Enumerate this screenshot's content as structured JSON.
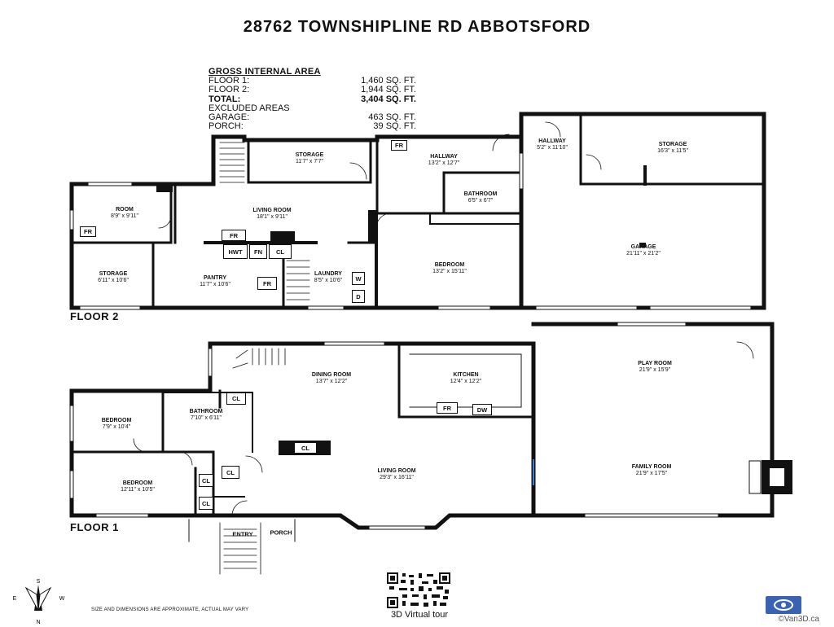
{
  "title": "28762 TOWNSHIPLINE RD ABBOTSFORD",
  "area_summary": {
    "heading": "GROSS INTERNAL AREA",
    "rows": [
      {
        "label": "FLOOR 1:",
        "value": "1,460 SQ. FT.",
        "bold": false
      },
      {
        "label": "FLOOR 2:",
        "value": "1,944 SQ. FT.",
        "bold": false
      },
      {
        "label": "TOTAL:",
        "value": "3,404 SQ. FT.",
        "bold": true
      },
      {
        "label": "EXCLUDED AREAS",
        "value": "",
        "bold": false
      },
      {
        "label": "GARAGE:",
        "value": "463 SQ. FT.",
        "bold": false
      },
      {
        "label": "PORCH:",
        "value": "39 SQ. FT.",
        "bold": false
      }
    ]
  },
  "floor2": {
    "label": "FLOOR 2",
    "rooms": {
      "storage_top": {
        "name": "STORAGE",
        "dims": "11'7\" x 7'7\""
      },
      "hallway": {
        "name": "HALLWAY",
        "dims": "13'2\" x 12'7\""
      },
      "hallway_right": {
        "name": "HALLWAY",
        "dims": "5'2\" x 11'10\""
      },
      "storage_right": {
        "name": "STORAGE",
        "dims": "16'3\" x 11'5\""
      },
      "room": {
        "name": "ROOM",
        "dims": "8'9\" x 9'11\""
      },
      "living_room": {
        "name": "LIVING ROOM",
        "dims": "18'1\" x 9'11\""
      },
      "bathroom": {
        "name": "BATHROOM",
        "dims": "6'5\" x 6'7\""
      },
      "garage": {
        "name": "GARAGE",
        "dims": "21'11\" x 21'2\""
      },
      "storage_left": {
        "name": "STORAGE",
        "dims": "6'11\" x 10'6\""
      },
      "pantry": {
        "name": "PANTRY",
        "dims": "11'7\" x 10'6\""
      },
      "laundry": {
        "name": "LAUNDRY",
        "dims": "8'5\" x 10'6\""
      },
      "bedroom": {
        "name": "BEDROOM",
        "dims": "13'2\" x 15'11\""
      }
    },
    "fixtures": {
      "fr_a": "FR",
      "fr_b": "FR",
      "fr_c": "FR",
      "fr_d": "FR",
      "hwt": "HWT",
      "fn": "FN",
      "cl": "CL",
      "w": "W",
      "d": "D"
    }
  },
  "floor1": {
    "label": "FLOOR 1",
    "rooms": {
      "dining_room": {
        "name": "DINING ROOM",
        "dims": "13'7\" x 12'2\""
      },
      "kitchen": {
        "name": "KITCHEN",
        "dims": "12'4\" x 12'2\""
      },
      "play_room": {
        "name": "PLAY ROOM",
        "dims": "21'9\" x 15'9\""
      },
      "bedroom_small": {
        "name": "BEDROOM",
        "dims": "7'9\" x 10'4\""
      },
      "bathroom": {
        "name": "BATHROOM",
        "dims": "7'10\" x 6'11\""
      },
      "bedroom_large": {
        "name": "BEDROOM",
        "dims": "12'11\" x 10'5\""
      },
      "living_room": {
        "name": "LIVING ROOM",
        "dims": "29'3\" x 16'11\""
      },
      "family_room": {
        "name": "FAMILY ROOM",
        "dims": "21'9\" x 17'5\""
      }
    },
    "fixtures": {
      "cl_a": "CL",
      "cl_b": "CL",
      "cl_c": "CL",
      "cl_d": "CL",
      "cl_e": "CL",
      "fr": "FR",
      "dw": "DW",
      "entry": "ENTRY",
      "porch": "PORCH"
    }
  },
  "footer": {
    "disclaimer": "SIZE AND DIMENSIONS ARE APPROXIMATE, ACTUAL MAY VARY",
    "tour_label": "3D Virtual tour",
    "copyright": "©Van3D.ca",
    "compass": {
      "n": "N",
      "e": "E",
      "s": "S",
      "w": "W"
    }
  }
}
